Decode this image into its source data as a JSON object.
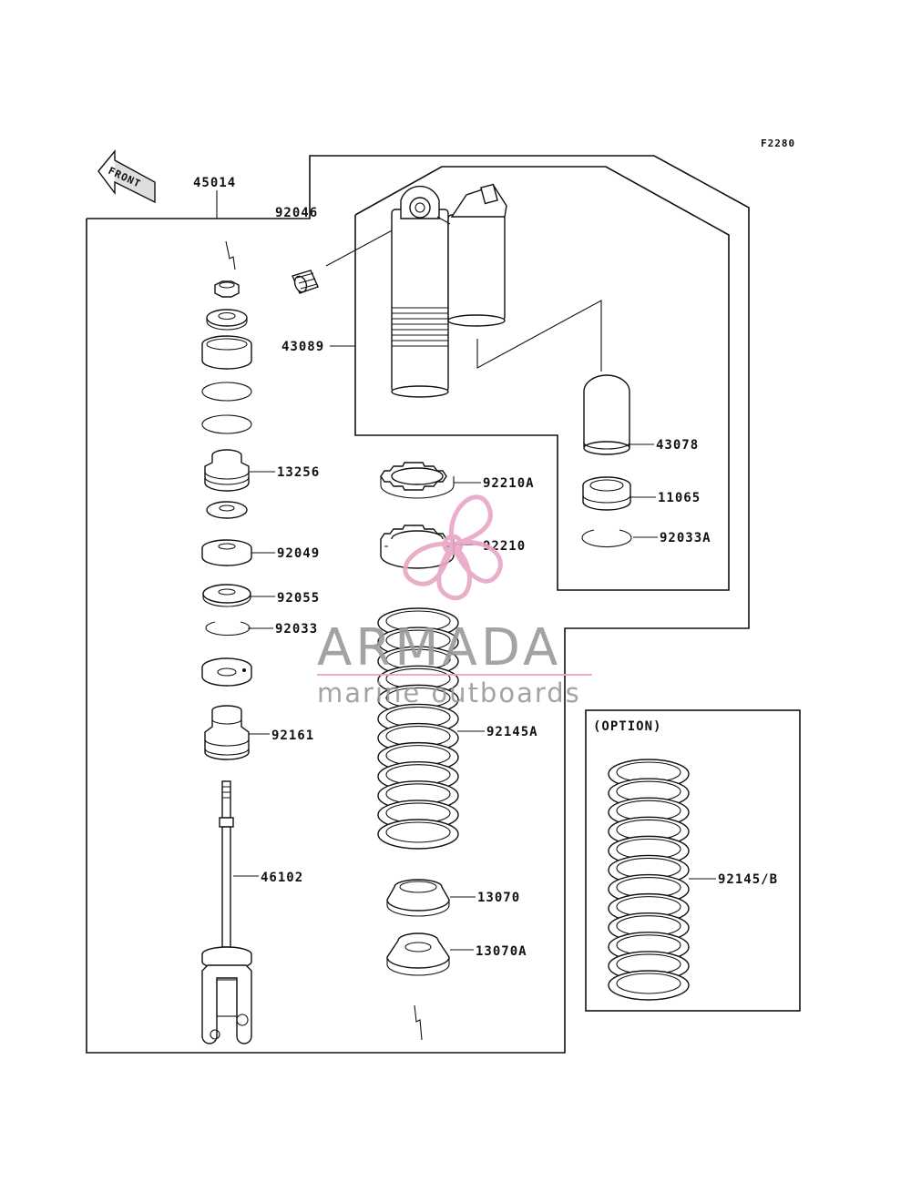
{
  "figure_code": "F2280",
  "direction_label": "FRONT",
  "option_label": "(OPTION)",
  "parts": {
    "assembly": "45014",
    "bushing": "92046",
    "shock_body": "43089",
    "reservoir": "43078",
    "reservoir_cap": "11065",
    "reservoir_circlip": "92033A",
    "seal_assy": "13256",
    "washer": "92049",
    "washer_small": "92055",
    "circlip": "92033",
    "bump_rubber": "92161",
    "rod": "46102",
    "locknut_a": "92210A",
    "locknut": "92210",
    "spring": "92145A",
    "spring_option": "92145/B",
    "spring_guide": "13070",
    "spring_guide_a": "13070A"
  },
  "watermark": {
    "brand": "ARMADA",
    "tagline": "marine outboards",
    "logo_color": "#e8a6c6",
    "text_color": "#9a9a9a"
  }
}
